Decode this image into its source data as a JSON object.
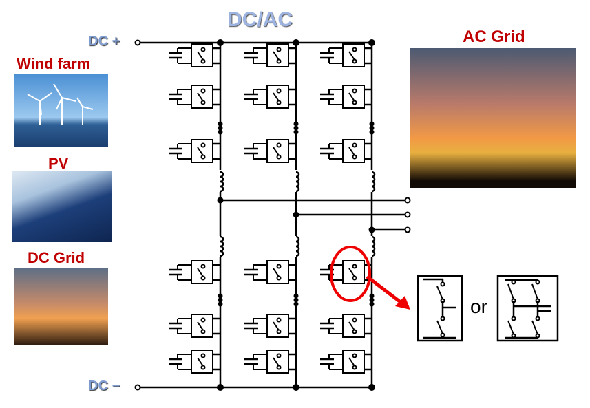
{
  "title": "DC/AC",
  "dc_plus": "DC +",
  "dc_minus": "DC −",
  "sources": {
    "wind": "Wind farm",
    "pv": "PV",
    "dc_grid": "DC Grid"
  },
  "ac_grid": "AC Grid",
  "or_label": "or",
  "colors": {
    "red": "#c00000",
    "title": "#8eaadb",
    "dc": "#6f8fc8"
  }
}
